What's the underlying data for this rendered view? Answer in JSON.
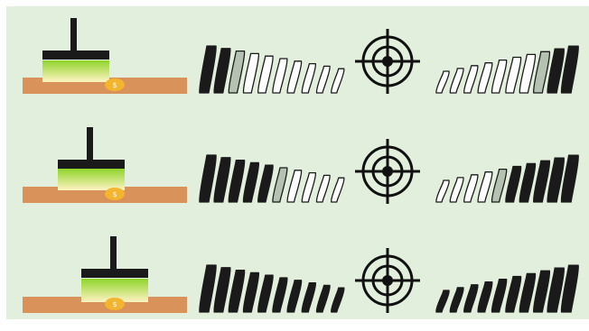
{
  "colors": {
    "background": "#e2efdc",
    "ground": "#d9925a",
    "bar_active": "#1a1a1a",
    "bar_partial": "#b5c2b2",
    "bar_inactive": "#ffffff",
    "coin": "#f3b430",
    "detector_top": "#8fd42a",
    "detector_bottom": "#fff3c4"
  },
  "rows": [
    {
      "icon": "metal-detector-icon",
      "coin_icon": "coin-icon",
      "target_icon": "crosshair-target-icon",
      "left_meter": {
        "active": 2,
        "partial": 1,
        "total": 10
      },
      "right_meter": {
        "active": 2,
        "partial": 1,
        "total": 10
      }
    },
    {
      "icon": "metal-detector-icon",
      "coin_icon": "coin-icon",
      "target_icon": "crosshair-target-icon",
      "left_meter": {
        "active": 5,
        "partial": 1,
        "total": 10
      },
      "right_meter": {
        "active": 5,
        "partial": 1,
        "total": 10
      }
    },
    {
      "icon": "metal-detector-icon",
      "coin_icon": "coin-icon",
      "target_icon": "crosshair-target-icon",
      "left_meter": {
        "active": 10,
        "partial": 0,
        "total": 10
      },
      "right_meter": {
        "active": 10,
        "partial": 0,
        "total": 10
      }
    }
  ]
}
